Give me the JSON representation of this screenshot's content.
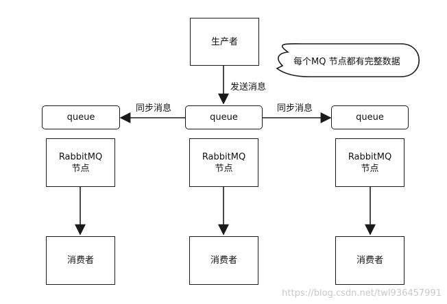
{
  "producer": "生产者",
  "send_label": "发送消息",
  "callout": "每个MQ 节点都有完整数据",
  "sync_left": "同步消息",
  "sync_right": "同步消息",
  "queue_left": "queue",
  "queue_center": "queue",
  "queue_right": "queue",
  "node_left": "RabbitMQ\n节点",
  "node_center": "RabbitMQ\n节点",
  "node_right": "RabbitMQ\n节点",
  "consumer_left": "消费者",
  "consumer_center": "消费者",
  "consumer_right": "消费者",
  "watermark": "https://blog.csdn.net/twl936457991"
}
